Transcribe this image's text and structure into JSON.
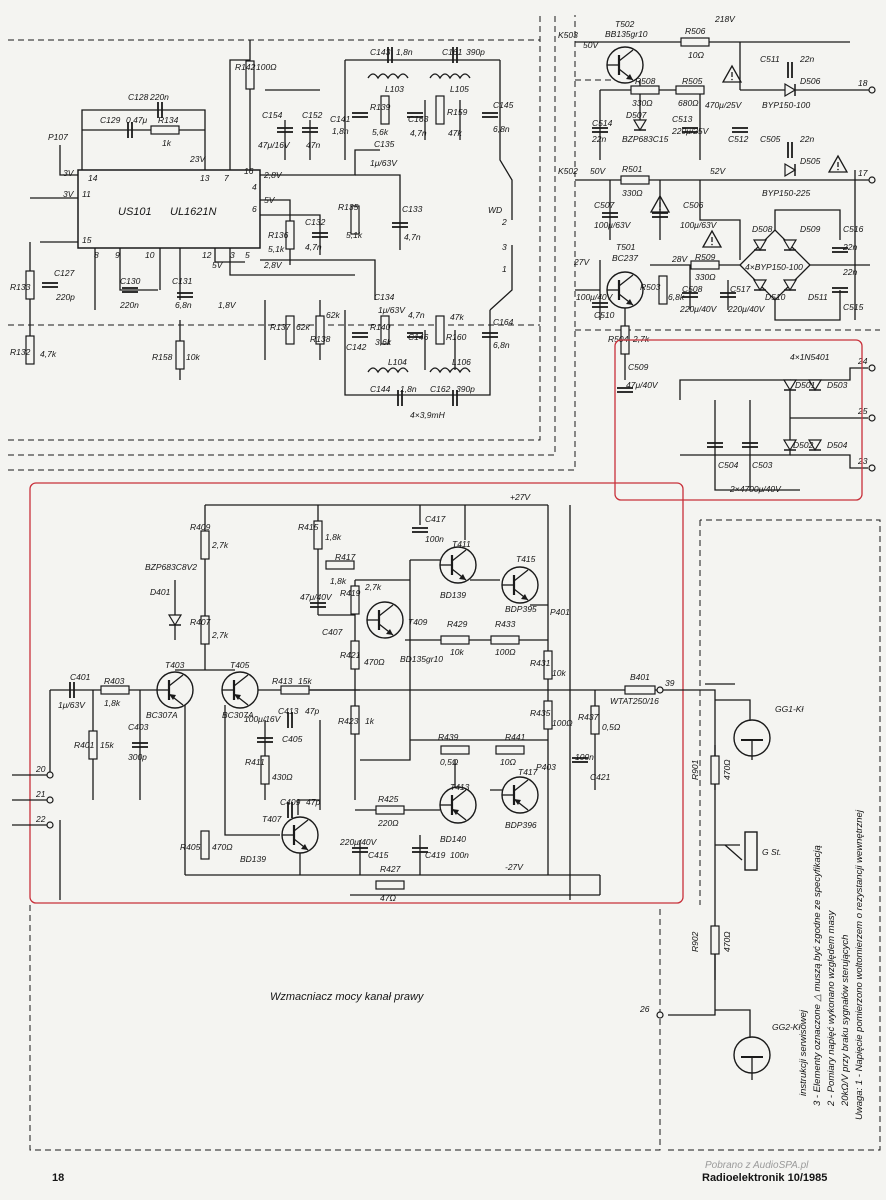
{
  "footer": {
    "page_number": "18",
    "magazine": "Radioelektronik 10/1985"
  },
  "watermark": "Pobrano z AudioSPA.pl",
  "section_title": "Wzmacniacz mocy      kanał prawy",
  "notes": [
    "Uwaga: 1 - Napięcie pomierzono woltomierzem o rezystancji wewnętrznej",
    "20kΩ/V przy braku sygnałów sterujących",
    "2 - Pomiary napięć wykonano względem masy",
    "3 - Elementy oznaczone △ muszą być zgodne ze specyfikacją",
    "instrukcji serwisowej"
  ],
  "chip": {
    "ref": "US101",
    "part": "UL1621N"
  },
  "supply_rails": {
    "positive": "+27V",
    "negative": "-27V"
  },
  "voltages": [
    "218V",
    "50V",
    "52V",
    "27V",
    "28V",
    "23V",
    "3V",
    "2,8V",
    "5V",
    "1,8V",
    "5V"
  ],
  "ic_pins": [
    "14",
    "11",
    "13",
    "7",
    "16",
    "4",
    "6",
    "15",
    "8",
    "9",
    "10",
    "12",
    "3",
    "5"
  ],
  "terminals": [
    "18",
    "17",
    "24",
    "25",
    "23",
    "20",
    "21",
    "22",
    "39",
    "26",
    "P107",
    "K503",
    "K502",
    "WD",
    "2",
    "3",
    "1",
    "P401",
    "P403"
  ],
  "transistors": [
    {
      "ref": "T502",
      "type": "BB135gr10"
    },
    {
      "ref": "T501",
      "type": "BC237"
    },
    {
      "ref": "T403",
      "type": "BC307A"
    },
    {
      "ref": "T405",
      "type": "BC307A"
    },
    {
      "ref": "T407",
      "type": "BD139"
    },
    {
      "ref": "T409",
      "type": "BD135gr10"
    },
    {
      "ref": "T411",
      "type": "BD139"
    },
    {
      "ref": "T413",
      "type": "BD140"
    },
    {
      "ref": "T415",
      "type": "BDP395"
    },
    {
      "ref": "T417",
      "type": "BDP396"
    }
  ],
  "diodes": [
    {
      "ref": "D506",
      "type": "BYP150-100"
    },
    {
      "ref": "D505",
      "type": "BYP150-225"
    },
    {
      "ref": "D507",
      "type": "BZP683C15"
    },
    {
      "ref": "D508",
      "type": ""
    },
    {
      "ref": "D509",
      "type": ""
    },
    {
      "ref": "D510",
      "type": ""
    },
    {
      "ref": "D511",
      "type": ""
    },
    {
      "ref": "D401",
      "type": "BZP683C8V2"
    },
    {
      "ref": "D501",
      "type": ""
    },
    {
      "ref": "D502",
      "type": ""
    },
    {
      "ref": "D503",
      "type": ""
    },
    {
      "ref": "D504",
      "type": ""
    }
  ],
  "bridge_label": "4×BYP150-100",
  "diode_bank_label": "4×1N5401",
  "cap_bank_label": "2×4700μ/40V",
  "inductor_note": "4×3,9mH",
  "fuse": {
    "ref": "B401",
    "value": "WTAT250/16"
  },
  "tubes": [
    "GG1-Kł",
    "GG2-Kł"
  ],
  "switch_label": "G St.",
  "resistors": [
    {
      "ref": "R134",
      "value": "1k"
    },
    {
      "ref": "R142",
      "value": "100Ω"
    },
    {
      "ref": "R139",
      "value": "5,6k"
    },
    {
      "ref": "R159",
      "value": "47k"
    },
    {
      "ref": "R135",
      "value": "5,1k"
    },
    {
      "ref": "R136",
      "value": "5,1k"
    },
    {
      "ref": "R133",
      "value": ""
    },
    {
      "ref": "R132",
      "value": "4,7k"
    },
    {
      "ref": "R158",
      "value": "10k"
    },
    {
      "ref": "R137",
      "value": "62k"
    },
    {
      "ref": "R138",
      "value": "62k"
    },
    {
      "ref": "R140",
      "value": "3,6k"
    },
    {
      "ref": "R160",
      "value": "47k"
    },
    {
      "ref": "R506",
      "value": "10Ω"
    },
    {
      "ref": "R508",
      "value": "330Ω"
    },
    {
      "ref": "R505",
      "value": "680Ω"
    },
    {
      "ref": "R501",
      "value": "330Ω"
    },
    {
      "ref": "R509",
      "value": "330Ω"
    },
    {
      "ref": "R503",
      "value": "6,8k"
    },
    {
      "ref": "R504",
      "value": "2,7k"
    },
    {
      "ref": "R409",
      "value": "2,7k"
    },
    {
      "ref": "R407",
      "value": "2,7k"
    },
    {
      "ref": "R403",
      "value": "1,8k"
    },
    {
      "ref": "R401",
      "value": "15k"
    },
    {
      "ref": "R405",
      "value": "470Ω"
    },
    {
      "ref": "R415",
      "value": "1,8k"
    },
    {
      "ref": "R417",
      "value": "1,8k"
    },
    {
      "ref": "R419",
      "value": "2,7k"
    },
    {
      "ref": "R421",
      "value": "470Ω"
    },
    {
      "ref": "R423",
      "value": "1k"
    },
    {
      "ref": "R413",
      "value": "15k"
    },
    {
      "ref": "R411",
      "value": "430Ω"
    },
    {
      "ref": "R429",
      "value": "10k"
    },
    {
      "ref": "R433",
      "value": "100Ω"
    },
    {
      "ref": "R431",
      "value": "10k"
    },
    {
      "ref": "R435",
      "value": "100Ω"
    },
    {
      "ref": "R437",
      "value": "0,5Ω"
    },
    {
      "ref": "R439",
      "value": "0,5Ω"
    },
    {
      "ref": "R441",
      "value": "10Ω"
    },
    {
      "ref": "R425",
      "value": "220Ω"
    },
    {
      "ref": "R427",
      "value": "47Ω"
    },
    {
      "ref": "R901",
      "value": "470Ω"
    },
    {
      "ref": "R902",
      "value": "470Ω"
    }
  ],
  "capacitors": [
    {
      "ref": "C128",
      "value": "220n"
    },
    {
      "ref": "C129",
      "value": "0,47μ"
    },
    {
      "ref": "C143",
      "value": "1,8n"
    },
    {
      "ref": "C161",
      "value": "390p"
    },
    {
      "ref": "C141",
      "value": "1,8n"
    },
    {
      "ref": "C135",
      "value": "1μ/63V"
    },
    {
      "ref": "C163",
      "value": "4,7n"
    },
    {
      "ref": "C145",
      "value": "6,8n"
    },
    {
      "ref": "C154",
      "value": "47μ/16V"
    },
    {
      "ref": "C152",
      "value": "47n"
    },
    {
      "ref": "C133",
      "value": "4,7n"
    },
    {
      "ref": "C132",
      "value": "4,7n"
    },
    {
      "ref": "C127",
      "value": "220p"
    },
    {
      "ref": "C130",
      "value": "220n"
    },
    {
      "ref": "C131",
      "value": "6,8n"
    },
    {
      "ref": "C134",
      "value": "1μ/63V"
    },
    {
      "ref": "C142",
      "value": "1,8n"
    },
    {
      "ref": "C146",
      "value": "4,7n"
    },
    {
      "ref": "C164",
      "value": "6,8n"
    },
    {
      "ref": "C144",
      "value": "1,8n"
    },
    {
      "ref": "C162",
      "value": "390p"
    },
    {
      "ref": "C511",
      "value": "22n"
    },
    {
      "ref": "C514",
      "value": "22n"
    },
    {
      "ref": "C513",
      "value": "220μ/25V"
    },
    {
      "ref": "C512",
      "value": "470μ/25V"
    },
    {
      "ref": "C505",
      "value": "22n"
    },
    {
      "ref": "C507",
      "value": "100μ/63V"
    },
    {
      "ref": "C506",
      "value": "100μ/63V"
    },
    {
      "ref": "C510",
      "value": "100μ/40V"
    },
    {
      "ref": "C508",
      "value": "220μ/40V"
    },
    {
      "ref": "C517",
      "value": "220μ/40V"
    },
    {
      "ref": "C516",
      "value": "22n"
    },
    {
      "ref": "C515",
      "value": "22n"
    },
    {
      "ref": "C509",
      "value": "47μ/40V"
    },
    {
      "ref": "C504",
      "value": ""
    },
    {
      "ref": "C503",
      "value": ""
    },
    {
      "ref": "C401",
      "value": "1μ/63V"
    },
    {
      "ref": "C403",
      "value": "300p"
    },
    {
      "ref": "C417",
      "value": "100n"
    },
    {
      "ref": "C407",
      "value": "47μ/40V"
    },
    {
      "ref": "C413",
      "value": "47p"
    },
    {
      "ref": "C405",
      "value": "100μ/16V"
    },
    {
      "ref": "C409",
      "value": "47p"
    },
    {
      "ref": "C415",
      "value": "220μ/40V"
    },
    {
      "ref": "C419",
      "value": "100n"
    },
    {
      "ref": "C421",
      "value": "100n"
    }
  ],
  "inductors": [
    {
      "ref": "L103",
      "value": ""
    },
    {
      "ref": "L105",
      "value": ""
    },
    {
      "ref": "L104",
      "value": ""
    },
    {
      "ref": "L106",
      "value": ""
    }
  ]
}
